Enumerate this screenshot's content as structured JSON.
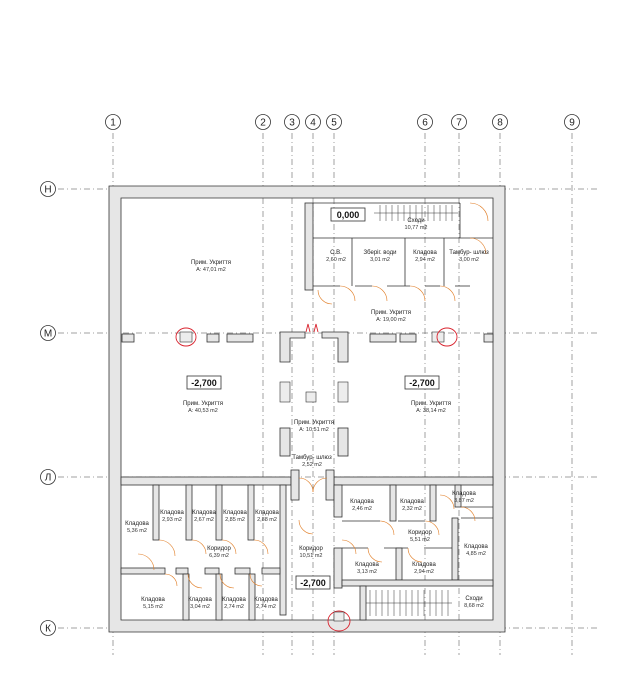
{
  "axes": {
    "vertical": [
      "1",
      "2",
      "3",
      "4",
      "5",
      "6",
      "7",
      "8",
      "9"
    ],
    "horizontal": [
      "Н",
      "М",
      "Л",
      "К"
    ]
  },
  "rooms": [
    {
      "name": "Прим. Укриття",
      "area": "А: 47,01 m2"
    },
    {
      "name": "Сходи",
      "area": "10,77 m2"
    },
    {
      "name": "С.В.",
      "area": "2,60 m2"
    },
    {
      "name": "Зберіг. води",
      "area": "3,01 m2"
    },
    {
      "name": "Кладова",
      "area": "2,94 m2"
    },
    {
      "name": "Тамбур- шлюз",
      "area": "3,00 m2"
    },
    {
      "name": "Прим. Укриття",
      "area": "А: 19,00 m2"
    },
    {
      "name": "Прим. Укриття",
      "area": "А: 40,53 m2"
    },
    {
      "name": "Прим. Укриття",
      "area": "А: 38,14 m2"
    },
    {
      "name": "Прим. Укриття",
      "area": "А: 10,51 m2"
    },
    {
      "name": "Тамбур- шлюз",
      "area": "2,52 m2"
    },
    {
      "name": "Кладова",
      "area": "5,36 m2"
    },
    {
      "name": "Кладова",
      "area": "2,93 m2"
    },
    {
      "name": "Кладова",
      "area": "2,67 m2"
    },
    {
      "name": "Кладова",
      "area": "2,85 m2"
    },
    {
      "name": "Кладова",
      "area": "2,88 m2"
    },
    {
      "name": "Коридор",
      "area": "6,39 m2"
    },
    {
      "name": "Коридор",
      "area": "10,51 m2"
    },
    {
      "name": "Кладова",
      "area": "5,15 m2"
    },
    {
      "name": "Кладова",
      "area": "3,04 m2"
    },
    {
      "name": "Кладова",
      "area": "2,74 m2"
    },
    {
      "name": "Кладова",
      "area": "2,74 m2"
    },
    {
      "name": "Кладова",
      "area": "2,46 m2"
    },
    {
      "name": "Кладова",
      "area": "2,32 m2"
    },
    {
      "name": "Кладова",
      "area": "3,87 m2"
    },
    {
      "name": "Коридор",
      "area": "5,51 m2"
    },
    {
      "name": "Кладова",
      "area": "4,85 m2"
    },
    {
      "name": "Кладова",
      "area": "3,13 m2"
    },
    {
      "name": "Кладова",
      "area": "2,94 m2"
    },
    {
      "name": "Сходи",
      "area": "8,68 m2"
    }
  ],
  "levels": [
    "0,000",
    "-2,700",
    "-2,700",
    "-2,700"
  ]
}
